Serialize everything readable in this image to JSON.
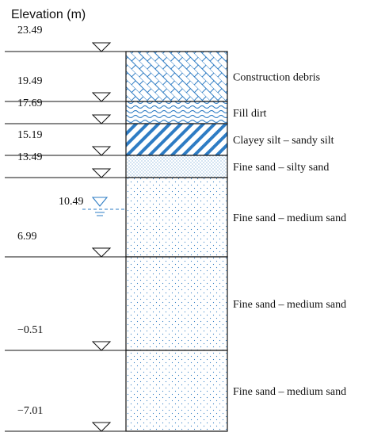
{
  "title": "Elevation (m)",
  "colors": {
    "pattern": "#2e7cc4",
    "water": "#2e7cc4",
    "line": "#111111"
  },
  "layers": [
    {
      "name": "Construction debris",
      "top": 23.49,
      "bottom": 19.49,
      "pattern": "brick"
    },
    {
      "name": "Fill dirt",
      "top": 19.49,
      "bottom": 17.69,
      "pattern": "wave"
    },
    {
      "name": "Clayey silt – sandy silt",
      "top": 17.69,
      "bottom": 15.19,
      "pattern": "diag"
    },
    {
      "name": "Fine sand – silty sand",
      "top": 15.19,
      "bottom": 13.49,
      "pattern": "dense-dots"
    },
    {
      "name": "Fine sand – medium sand",
      "top": 13.49,
      "bottom": 6.99,
      "pattern": "dots"
    },
    {
      "name": "Fine sand – medium sand",
      "top": 6.99,
      "bottom": -0.51,
      "pattern": "dots"
    },
    {
      "name": "Fine sand – medium sand",
      "top": -0.51,
      "bottom": -7.01,
      "pattern": "dots"
    }
  ],
  "elevations": [
    "23.49",
    "19.49",
    "17.69",
    "15.19",
    "13.49",
    "6.99",
    "−0.51",
    "−7.01"
  ],
  "water_table": "10.49"
}
